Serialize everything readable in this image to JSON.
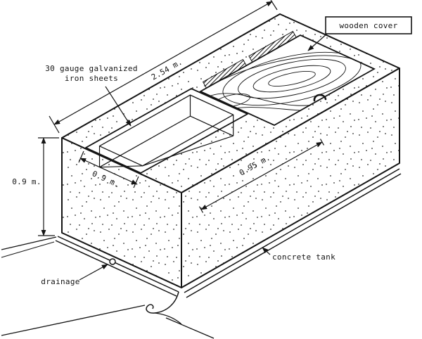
{
  "labels": {
    "wooden_cover": "wooden cover",
    "galvanized_sheets": [
      "30 gauge galvanized",
      "iron sheets"
    ],
    "concrete_tank": "concrete tank",
    "drainage": "drainage"
  },
  "dimensions": {
    "tank_length": "2.54 m.",
    "tank_height": "0.9 m.",
    "opening_width": "0.9 m.",
    "cover_length": "0.95 m."
  },
  "colors": {
    "ink": "#141414",
    "paper": "#ffffff"
  }
}
